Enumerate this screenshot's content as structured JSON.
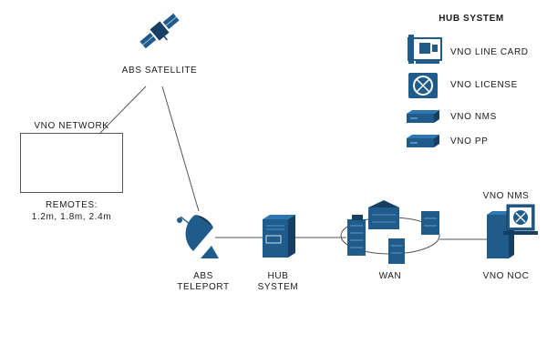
{
  "colors": {
    "icon_blue": "#1f5c8c",
    "icon_dark": "#163f63",
    "line": "#555555"
  },
  "nodes": {
    "satellite": {
      "label": "ABS SATELLITE",
      "icon": "satellite-icon"
    },
    "vno_network": {
      "label": "VNO NETWORK",
      "icon": "satellite-dish-icon",
      "remotes_label": "REMOTES:",
      "remotes_sizes": "1.2m, 1.8m, 2.4m"
    },
    "teleport": {
      "line1": "ABS",
      "line2": "TELEPORT",
      "icon": "teleport-dish-icon"
    },
    "hub": {
      "line1": "HUB",
      "line2": "SYSTEM",
      "icon": "server-tower-icon"
    },
    "wan": {
      "label": "WAN",
      "icon": "city-buildings-icon"
    },
    "noc": {
      "label": "VNO NOC",
      "top_label": "VNO NMS",
      "icon": "workstation-icon"
    }
  },
  "legend": {
    "title": "HUB SYSTEM",
    "items": [
      {
        "label": "VNO LINE CARD",
        "icon": "line-card-icon"
      },
      {
        "label": "VNO LICENSE",
        "icon": "license-disc-icon"
      },
      {
        "label": "VNO NMS",
        "icon": "rack-unit-icon"
      },
      {
        "label": "VNO PP",
        "icon": "rack-unit-icon"
      }
    ]
  }
}
